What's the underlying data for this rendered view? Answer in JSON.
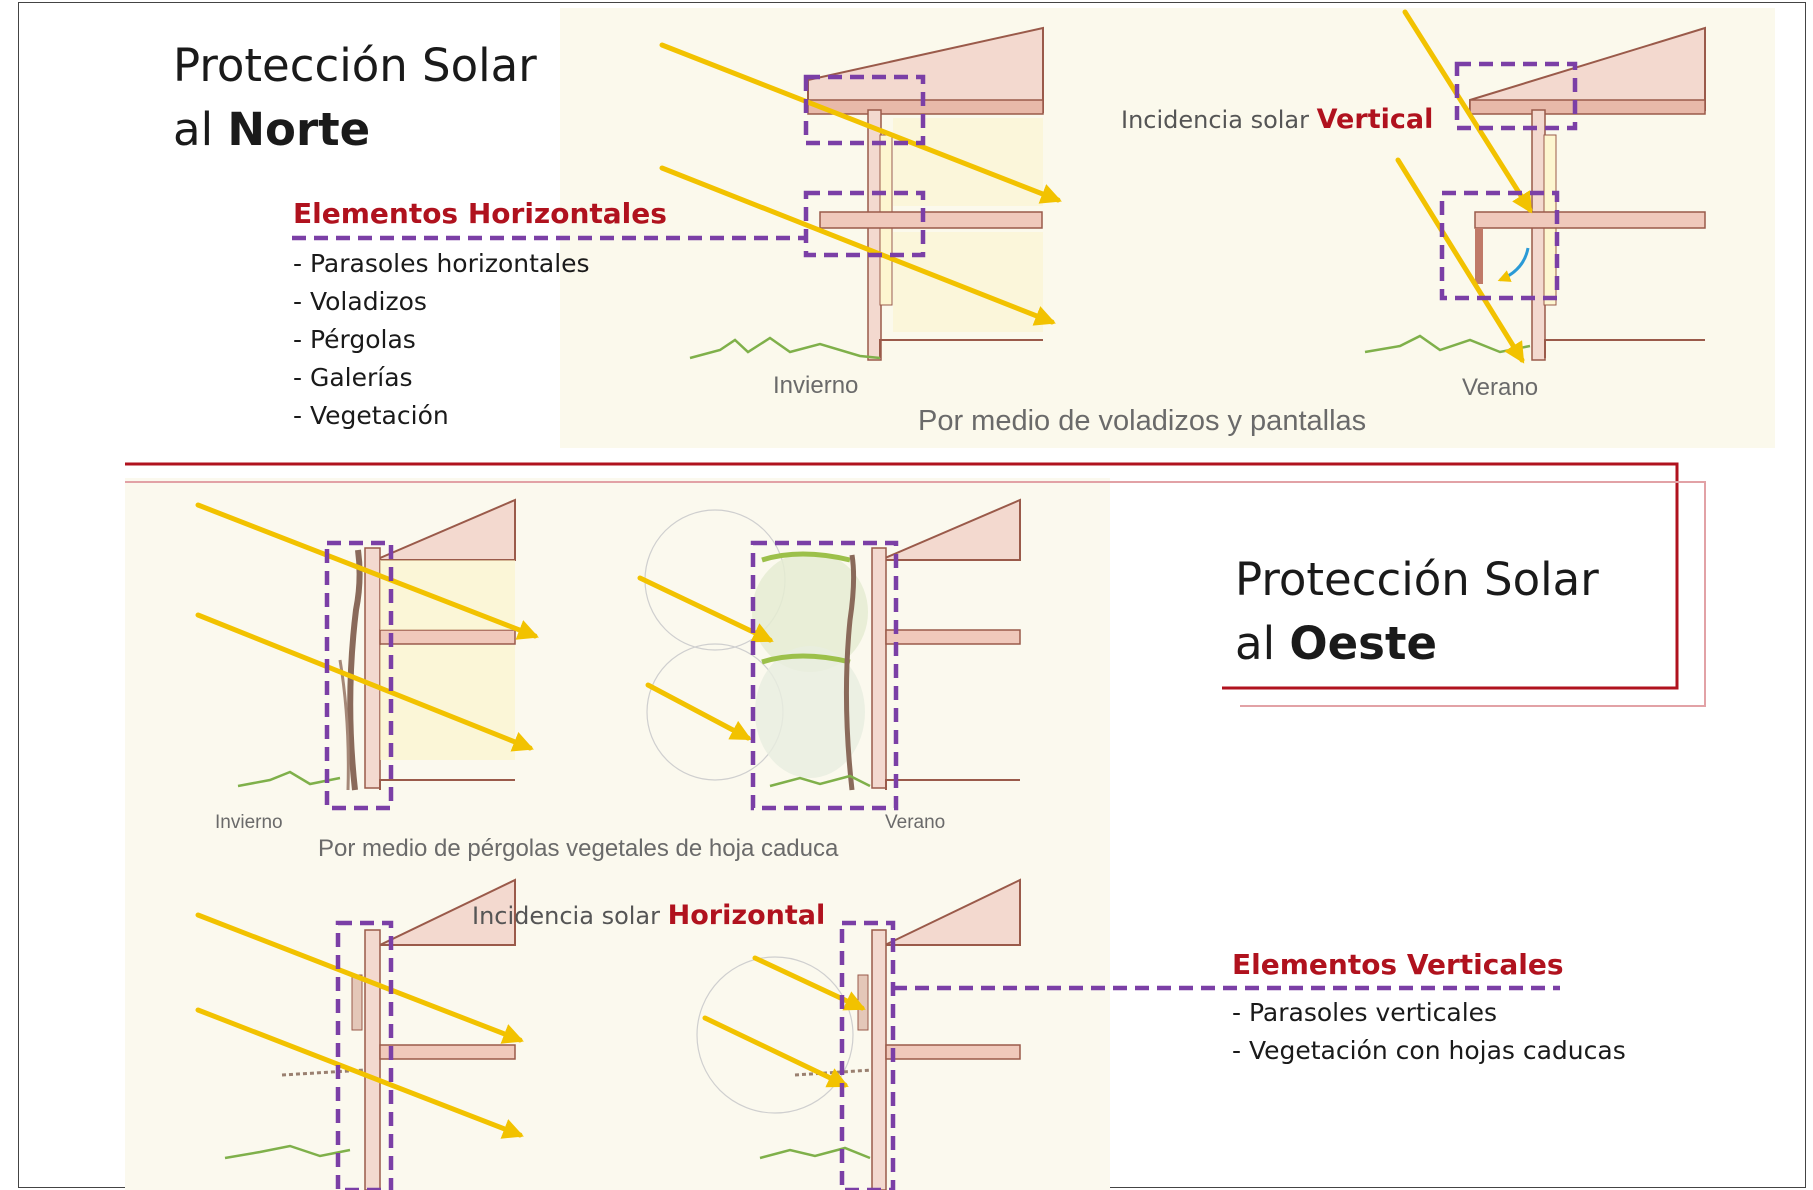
{
  "north": {
    "title_line1": "Protección Solar",
    "title_prefix": "al",
    "title_emphasis": "Norte",
    "incidence_label": "Incidencia solar",
    "incidence_highlight": "Vertical",
    "elements_heading": "Elementos Horizontales",
    "elements": [
      "- Parasoles horizontales",
      "- Voladizos",
      "- Pérgolas",
      "- Galerías",
      "- Vegetación"
    ],
    "label_winter": "Invierno",
    "label_summer": "Verano",
    "caption": "Por medio de voladizos y pantallas"
  },
  "west": {
    "title_line1": "Protección Solar",
    "title_prefix": "al",
    "title_emphasis": "Oeste",
    "label_winter": "Invierno",
    "label_summer": "Verano",
    "caption": "Por medio de pérgolas vegetales de hoja caduca",
    "incidence_label": "Incidencia solar",
    "incidence_highlight": "Horizontal",
    "elements_heading": "Elementos Verticales",
    "elements": [
      "- Parasoles verticales",
      "- Vegetación con hojas caducas"
    ]
  },
  "colors": {
    "sun_ray": "#f2c200",
    "highlight_box": "#7b3fa6",
    "accent_red": "#b0121e",
    "building_fill": "#f3d9cf",
    "building_stroke": "#9a5a4a"
  }
}
